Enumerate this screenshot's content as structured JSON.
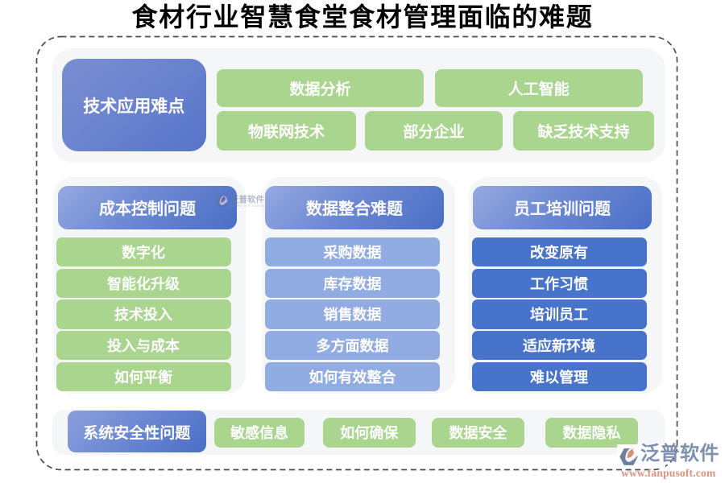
{
  "title": "食材行业智慧食堂食材管理面临的难题",
  "colors": {
    "green": "#a9d58e",
    "periwinkle": "#90ace2",
    "blue": "#4873ca",
    "header_gradient_start": "#95aae1",
    "header_gradient_end": "#4a6ec6",
    "panel": "#f5f6f7",
    "dash_border": "#4d4d4d",
    "brand_text": "#7d90b2",
    "brand_url": "#df9681"
  },
  "top_section": {
    "label": "技术应用难点",
    "row1": [
      "数据分析",
      "人工智能"
    ],
    "row2": [
      "物联网技术",
      "部分企业",
      "缺乏技术支持"
    ]
  },
  "columns": [
    {
      "header": "成本控制问题",
      "items": [
        "数字化",
        "智能化升级",
        "技术投入",
        "投入与成本",
        "如何平衡"
      ]
    },
    {
      "header": "数据整合难题",
      "items": [
        "采购数据",
        "库存数据",
        "销售数据",
        "多方面数据",
        "如何有效整合"
      ]
    },
    {
      "header": "员工培训问题",
      "items": [
        "改变原有",
        "工作习惯",
        "培训员工",
        "适应新环境",
        "难以管理"
      ]
    }
  ],
  "bottom_section": {
    "label": "系统安全性问题",
    "items": [
      "敏感信息",
      "如何确保",
      "数据安全",
      "数据隐私"
    ]
  },
  "watermark": {
    "brand": "泛普软件",
    "sub": "FANPU SOFTWARE"
  },
  "logo": {
    "brand": "泛普软件",
    "url_text": "www.fanpusoft.com"
  }
}
